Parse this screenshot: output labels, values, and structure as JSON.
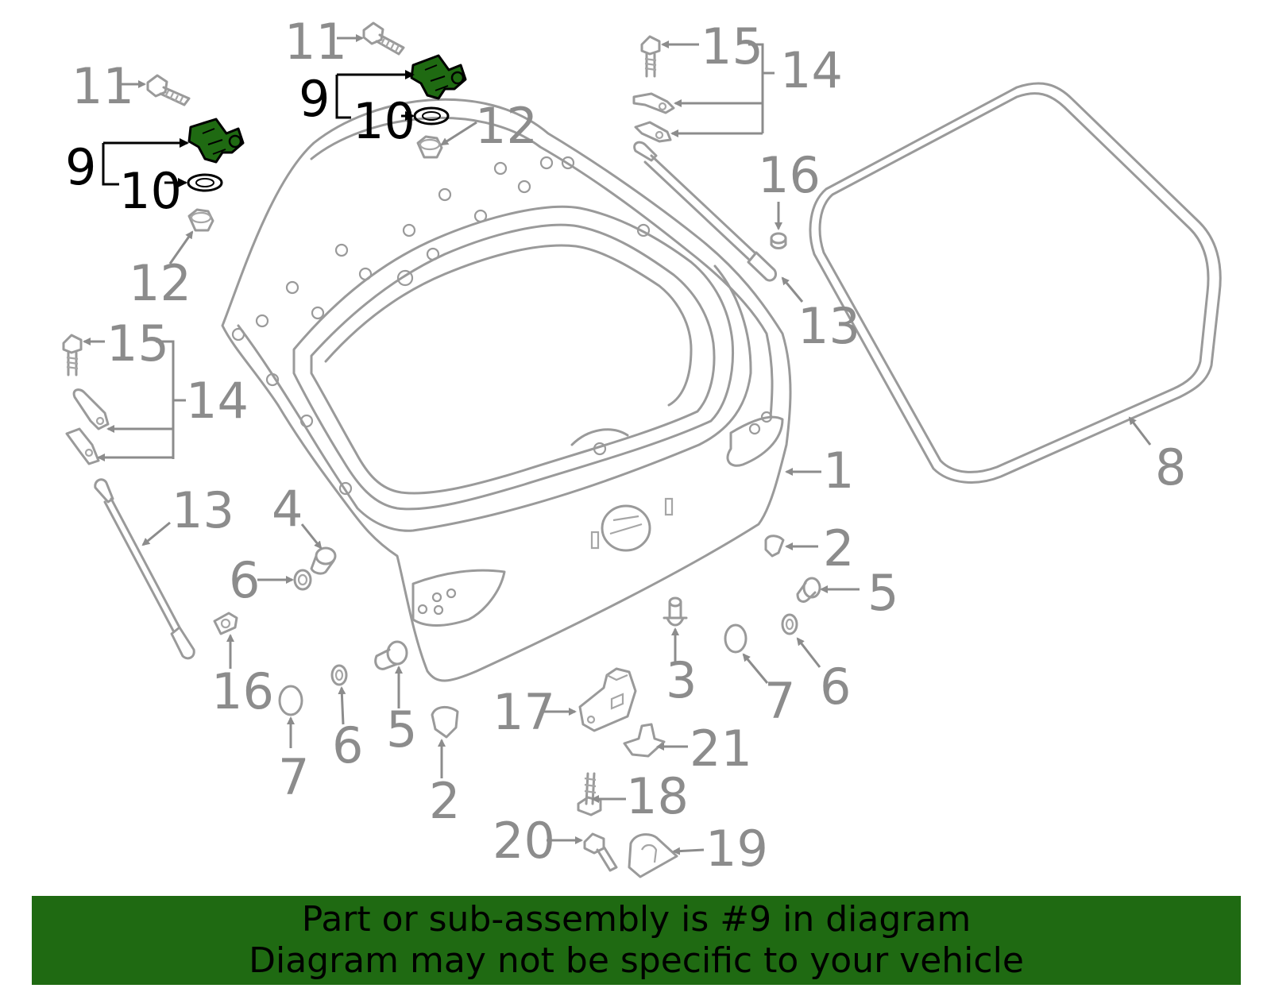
{
  "diagram": {
    "colors": {
      "highlight": "#1f6a12",
      "line": "#9a9a9a",
      "callout": "#8c8c8c",
      "highlight_text": "#000000"
    },
    "callouts": {
      "c11a": "11",
      "c9a": "9",
      "c10a": "10",
      "c12a": "12",
      "c11b": "11",
      "c9b": "9",
      "c10b": "10",
      "c12b": "12",
      "c15a": "15",
      "c14a": "14",
      "c16a": "16",
      "c13a": "13",
      "c8": "8",
      "c1": "1",
      "c2a": "2",
      "c5a": "5",
      "c6a": "6",
      "c7a": "7",
      "c3": "3",
      "c17": "17",
      "c21": "21",
      "c18": "18",
      "c20": "20",
      "c19": "19",
      "c15b": "15",
      "c14b": "14",
      "c13b": "13",
      "c4": "4",
      "c6b": "6",
      "c16b": "16",
      "c7b": "7",
      "c6c": "6",
      "c5b": "5",
      "c2b": "2"
    }
  },
  "footer": {
    "line1": "Part or sub-assembly is #9 in diagram",
    "line2": "Diagram may not be specific to your vehicle"
  }
}
